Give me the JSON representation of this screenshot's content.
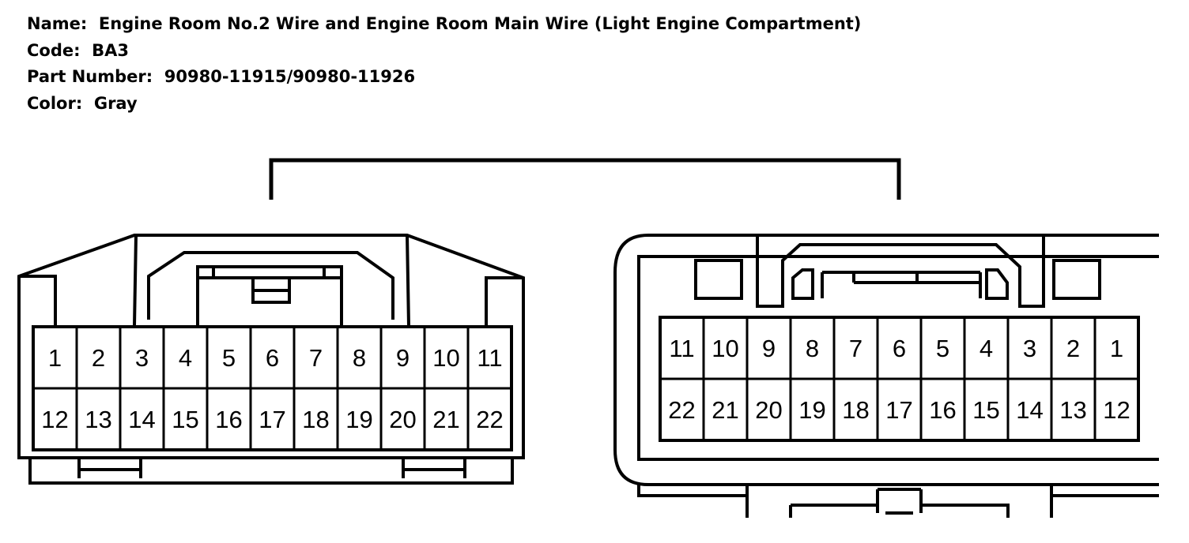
{
  "info": {
    "name_label": "Name:",
    "name_value": "Engine Room No.2 Wire and Engine Room Main Wire (Light Engine Compartment)",
    "code_label": "Code:",
    "code_value": "BA3",
    "part_label": "Part Number:",
    "part_value": "90980-11915/90980-11926",
    "color_label": "Color:",
    "color_value": "Gray"
  },
  "left_connector": {
    "top_row": [
      "1",
      "2",
      "3",
      "4",
      "5",
      "6",
      "7",
      "8",
      "9",
      "10",
      "11"
    ],
    "bottom_row": [
      "12",
      "13",
      "14",
      "15",
      "16",
      "17",
      "18",
      "19",
      "20",
      "21",
      "22"
    ]
  },
  "right_connector": {
    "top_row": [
      "11",
      "10",
      "9",
      "8",
      "7",
      "6",
      "5",
      "4",
      "3",
      "2",
      "1"
    ],
    "bottom_row": [
      "22",
      "21",
      "20",
      "19",
      "18",
      "17",
      "16",
      "15",
      "14",
      "13",
      "12"
    ]
  }
}
